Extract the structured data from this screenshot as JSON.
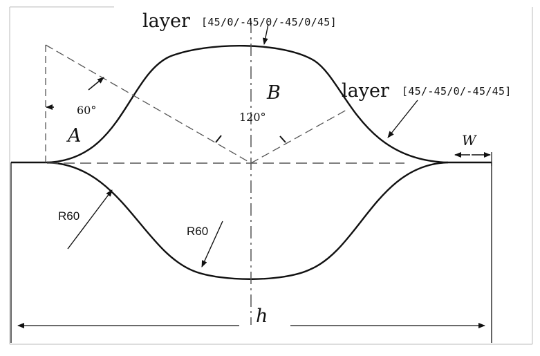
{
  "diagram": {
    "top_layer": {
      "prefix": "layer",
      "stack": "[45/0/-45/0/-45/0/45]"
    },
    "right_layer": {
      "prefix": "layer",
      "stack": "[45/-45/0/-45/45]"
    },
    "labels": {
      "angle_left": "60°",
      "angle_center": "120°",
      "region_a": "A",
      "region_b": "B",
      "width": "W",
      "height": "h",
      "radius_left": "R60",
      "radius_bottom": "R60"
    }
  }
}
